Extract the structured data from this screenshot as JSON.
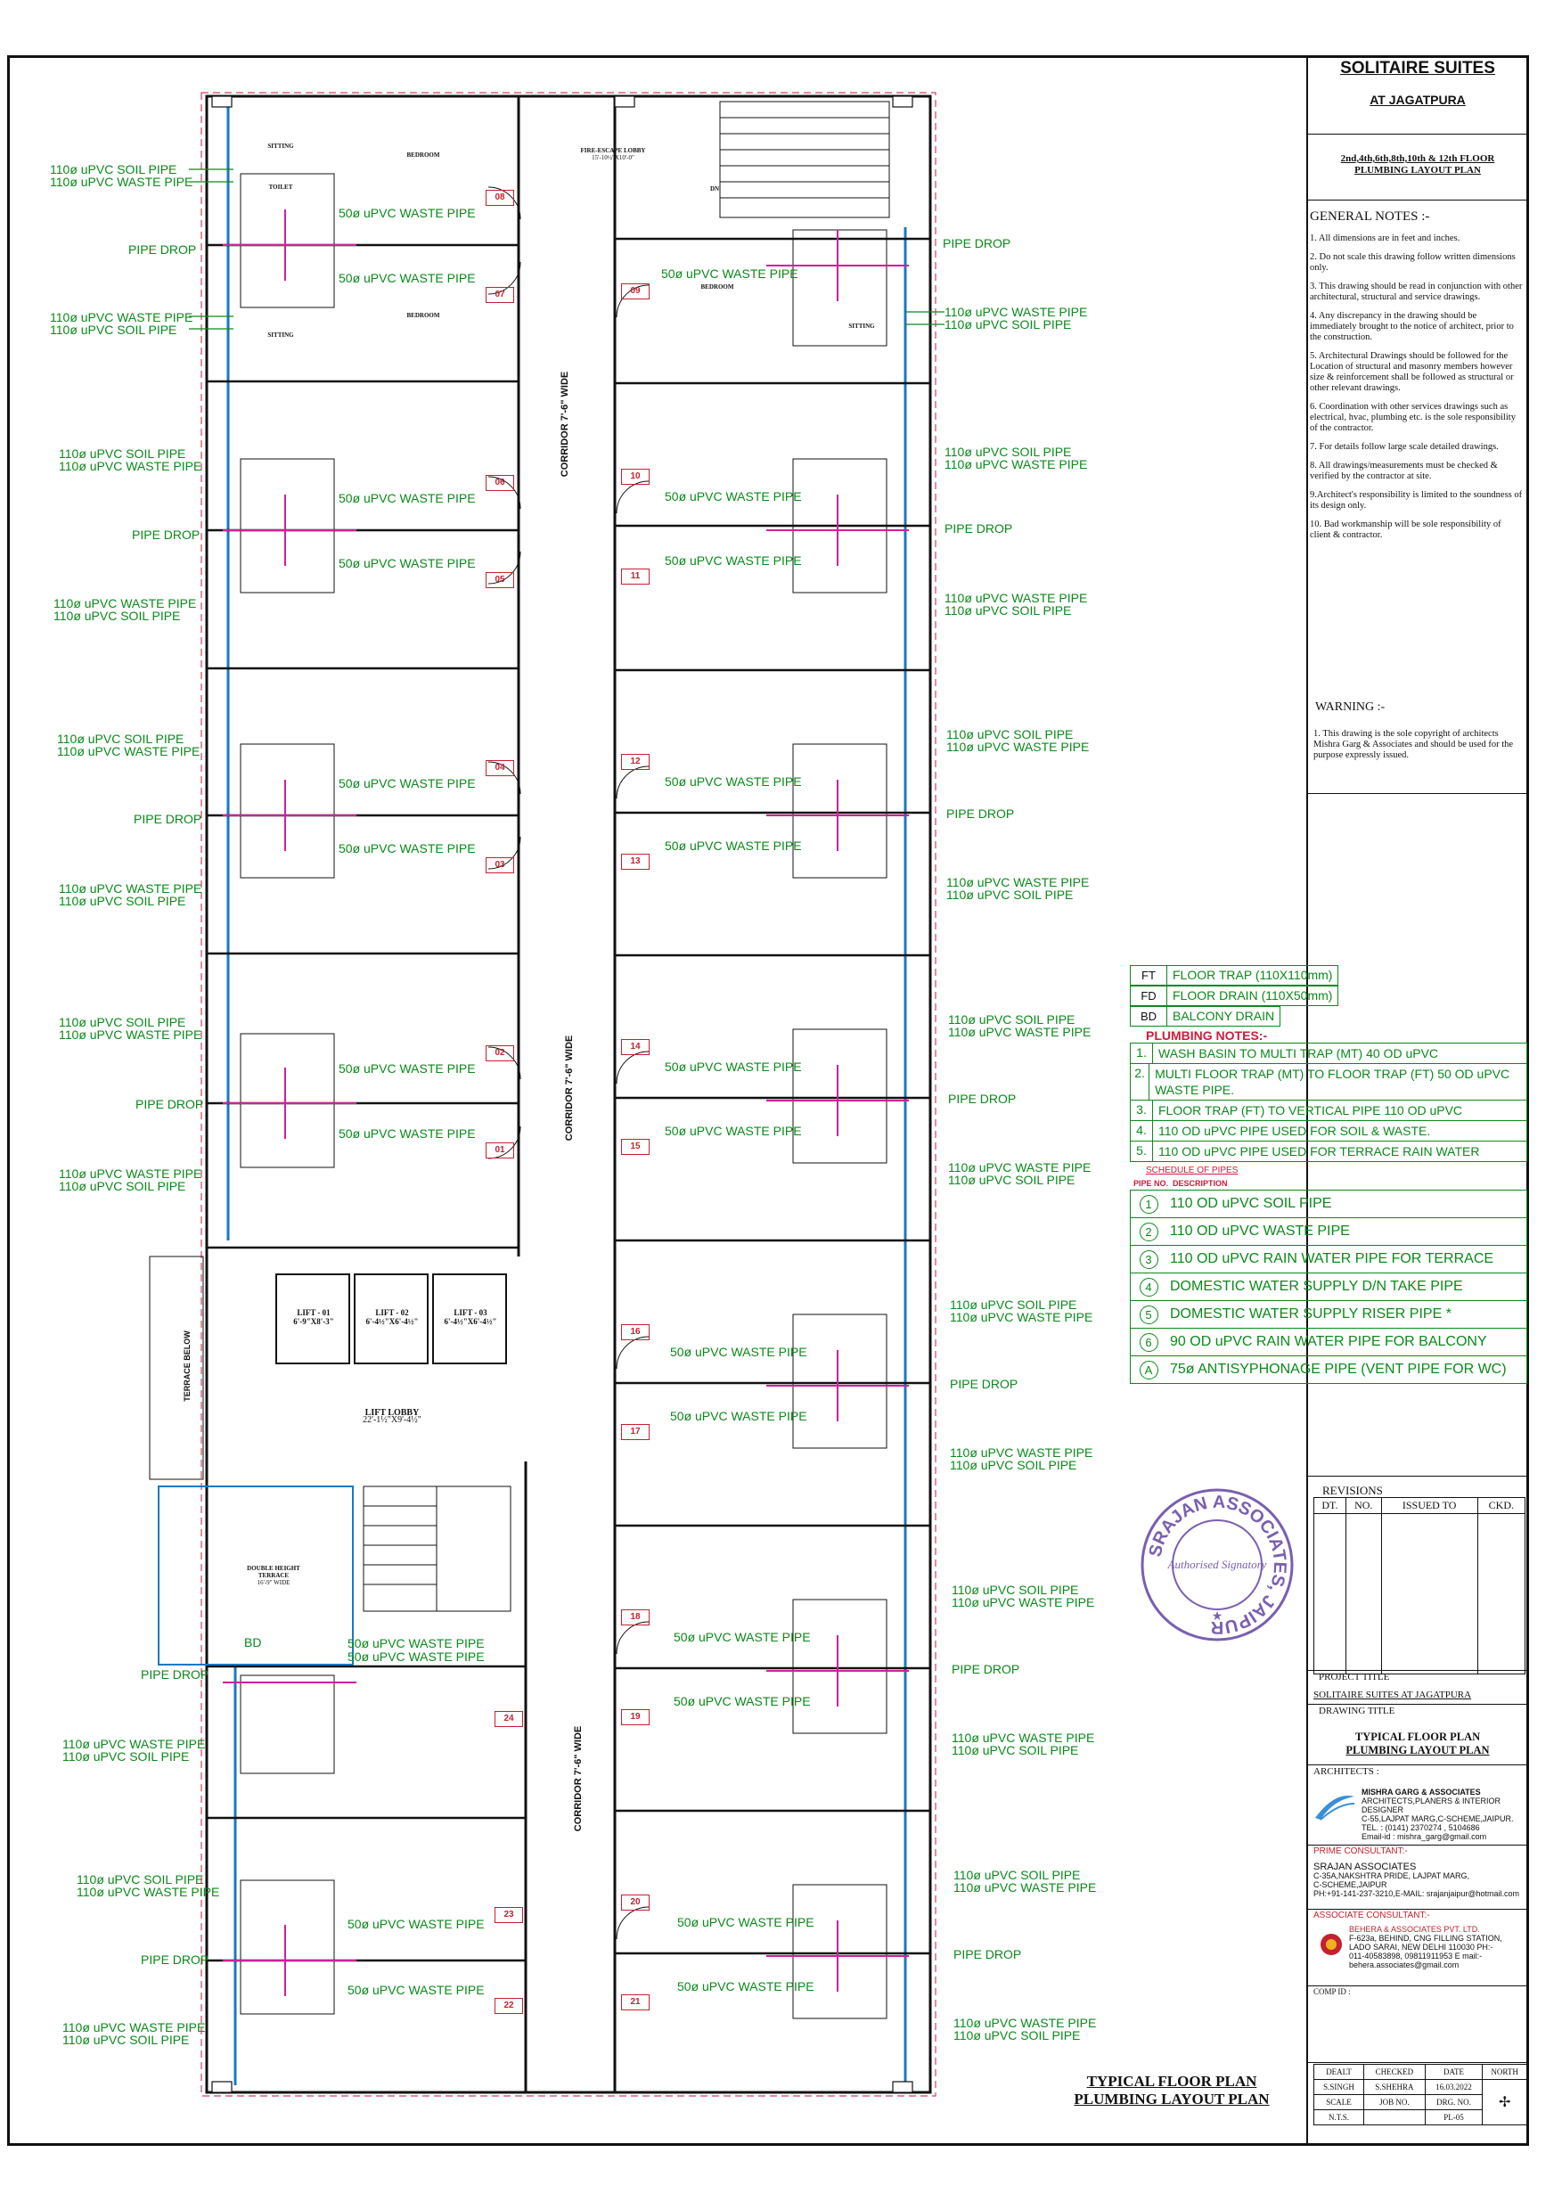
{
  "project": {
    "title": "SOLITAIRE SUITES",
    "subtitle": "AT JAGATPURA",
    "floors": "2nd,4th,6th,8th,10th & 12th FLOOR",
    "drawing": "PLUMBING LAYOUT PLAN"
  },
  "general_notes": {
    "heading": "GENERAL NOTES :-",
    "items": [
      "1. All dimensions are in feet and inches.",
      "2. Do not scale this drawing follow written dimensions only.",
      "3. This drawing should be read in conjunction with other architectural, structural and service drawings.",
      "4. Any discrepancy in the drawing should be immediately brought to the notice of architect, prior to the construction.",
      "5. Architectural Drawings should be followed for the Location of structural and masonry members however size & reinforcement shall be followed as structural or other relevant drawings.",
      "6. Coordination with other services drawings such as electrical, hvac, plumbing etc. is the sole responsibility of the contractor.",
      "7. For details follow large scale detailed drawings.",
      "8. All drawings/measurements must be checked & verified by the contractor at site.",
      "9.Architect's responsibility is limited to the soundness of its design only.",
      "10. Bad workmanship will be sole responsibility of client & contractor."
    ]
  },
  "warning": {
    "heading": "WARNING :-",
    "text": "1. This drawing is the sole copyright of architects Mishra Garg & Associates and should be used for the purpose expressly issued."
  },
  "legend": [
    {
      "code": "FT",
      "desc": "FLOOR TRAP (110X110mm)"
    },
    {
      "code": "FD",
      "desc": "FLOOR DRAIN (110X50mm)"
    },
    {
      "code": "BD",
      "desc": "BALCONY DRAIN"
    }
  ],
  "plumbing_notes": {
    "heading": "PLUMBING NOTES:-",
    "items": [
      {
        "n": "1.",
        "t": "WASH BASIN TO MULTI TRAP (MT) 40 OD uPVC"
      },
      {
        "n": "2.",
        "t": "MULTI FLOOR TRAP (MT) TO FLOOR TRAP (FT) 50 OD uPVC WASTE PIPE."
      },
      {
        "n": "3.",
        "t": "FLOOR TRAP (FT) TO VERTICAL PIPE 110 OD uPVC"
      },
      {
        "n": "4.",
        "t": "110 OD uPVC PIPE USED FOR SOIL & WASTE."
      },
      {
        "n": "5.",
        "t": "110 OD uPVC PIPE USED FOR TERRACE RAIN WATER"
      }
    ]
  },
  "schedule": {
    "heading": "SCHEDULE OF PIPES",
    "col_no": "PIPE NO.",
    "col_desc": "DESCRIPTION",
    "items": [
      {
        "n": "1",
        "t": "110 OD uPVC SOIL PIPE"
      },
      {
        "n": "2",
        "t": "110 OD uPVC WASTE PIPE"
      },
      {
        "n": "3",
        "t": "110 OD uPVC RAIN WATER PIPE FOR TERRACE"
      },
      {
        "n": "4",
        "t": "DOMESTIC WATER SUPPLY D/N TAKE PIPE"
      },
      {
        "n": "5",
        "t": "DOMESTIC WATER SUPPLY RISER PIPE *"
      },
      {
        "n": "6",
        "t": "90 OD uPVC RAIN WATER PIPE FOR BALCONY"
      },
      {
        "n": "A",
        "t": "75ø ANTISYPHONAGE PIPE (VENT PIPE FOR WC)"
      }
    ]
  },
  "revisions": {
    "heading": "REVISIONS",
    "cols": [
      "DT.",
      "NO.",
      "ISSUED TO",
      "CKD."
    ]
  },
  "stamp": {
    "ring": "SRAJAN ASSOCIATES, JAIPUR",
    "center": "Authorised Signatory"
  },
  "title_block": {
    "project_title_label": "PROJECT TITLE",
    "project_title": "SOLITAIRE SUITES AT JAGATPURA",
    "drawing_title_label": "DRAWING TITLE",
    "drawing_title_1": "TYPICAL FLOOR PLAN",
    "drawing_title_2": "PLUMBING LAYOUT PLAN",
    "architects_label": "ARCHITECTS :",
    "architect_name": "MISHRA GARG & ASSOCIATES",
    "architect_line": "ARCHITECTS,PLANERS & INTERIOR DESIGNER",
    "architect_addr": "C-55,LAJPAT MARG,C-SCHEME,JAIPUR.",
    "architect_tel": "TEL. : (0141) 2370274 , 5104686",
    "architect_email": "Email-id : mishra_garg@gmail.com",
    "prime_label": "PRIME CONSULTANT:-",
    "prime_name": "SRAJAN ASSOCIATES",
    "prime_addr": "C-35A,NAKSHTRA PRIDE, LAJPAT MARG,",
    "prime_addr2": "C-SCHEME,JAIPUR",
    "prime_contact": "PH:+91-141-237-3210,E-MAIL: srajanjaipur@hotmail.com",
    "assoc_label": "ASSOCIATE CONSULTANT:-",
    "assoc_name": "BEHERA & ASSOCIATES PVT. LTD.",
    "assoc_addr": "F-623a, BEHIND, CNG FILLING STATION,",
    "assoc_addr2": "LADO SARAI, NEW DELHI 110030 PH:-",
    "assoc_ph": "011-40583898, 09811911953 E mail:-",
    "assoc_email": "behera.associates@gmail.com",
    "comp_id": "COMP ID :",
    "dealt": "DEALT",
    "checked": "CHECKED",
    "date": "DATE",
    "north": "NORTH",
    "dealt_v": "S.SINGH",
    "checked_v": "S.SHEHRA",
    "date_v": "16.03.2022",
    "scale": "SCALE",
    "job_no": "JOB NO.",
    "drg_no": "DRG. NO.",
    "scale_v": "N.T.S.",
    "drg_v": "PL-05"
  },
  "plan_title": {
    "line1": "TYPICAL FLOOR PLAN",
    "line2": "PLUMBING LAYOUT PLAN"
  },
  "plan_labels": {
    "soil": "110ø uPVC SOIL PIPE",
    "waste": "110ø uPVC WASTE PIPE",
    "drop": "PIPE DROP",
    "w50": "50ø uPVC WASTE PIPE",
    "corridor": "CORRIDOR 7'-6\" WIDE",
    "fire_escape": "FIRE-ESCAPE LOBBY",
    "fire_escape_dim": "15'-10½\"X10'-0\"",
    "lift_lobby": "LIFT LOBBY",
    "lift_lobby_dim": "22'-1½\"X9'-4½\"",
    "lift1": "LIFT - 01",
    "lift1_dim": "6'-9\"X8'-3\"",
    "lift2": "LIFT - 02",
    "lift2_dim": "6'-4½\"X6'-4½\"",
    "lift3": "LIFT - 03",
    "lift3_dim": "6'-4½\"X6'-4½\"",
    "terrace_below": "TERRACE BELOW",
    "double_height": "DOUBLE HEIGHT TERRACE",
    "double_height_dim": "16'-9\" WIDE",
    "bd": "BD",
    "sitting": "SITTING",
    "bedroom": "BEDROOM",
    "toilet": "TOILET",
    "dn": "DN"
  },
  "units_left": [
    "08",
    "07",
    "06",
    "05",
    "04",
    "03",
    "02",
    "01",
    "24",
    "23",
    "22"
  ],
  "units_right": [
    "09",
    "10",
    "11",
    "12",
    "13",
    "14",
    "15",
    "16",
    "17",
    "18",
    "19",
    "20",
    "21"
  ]
}
